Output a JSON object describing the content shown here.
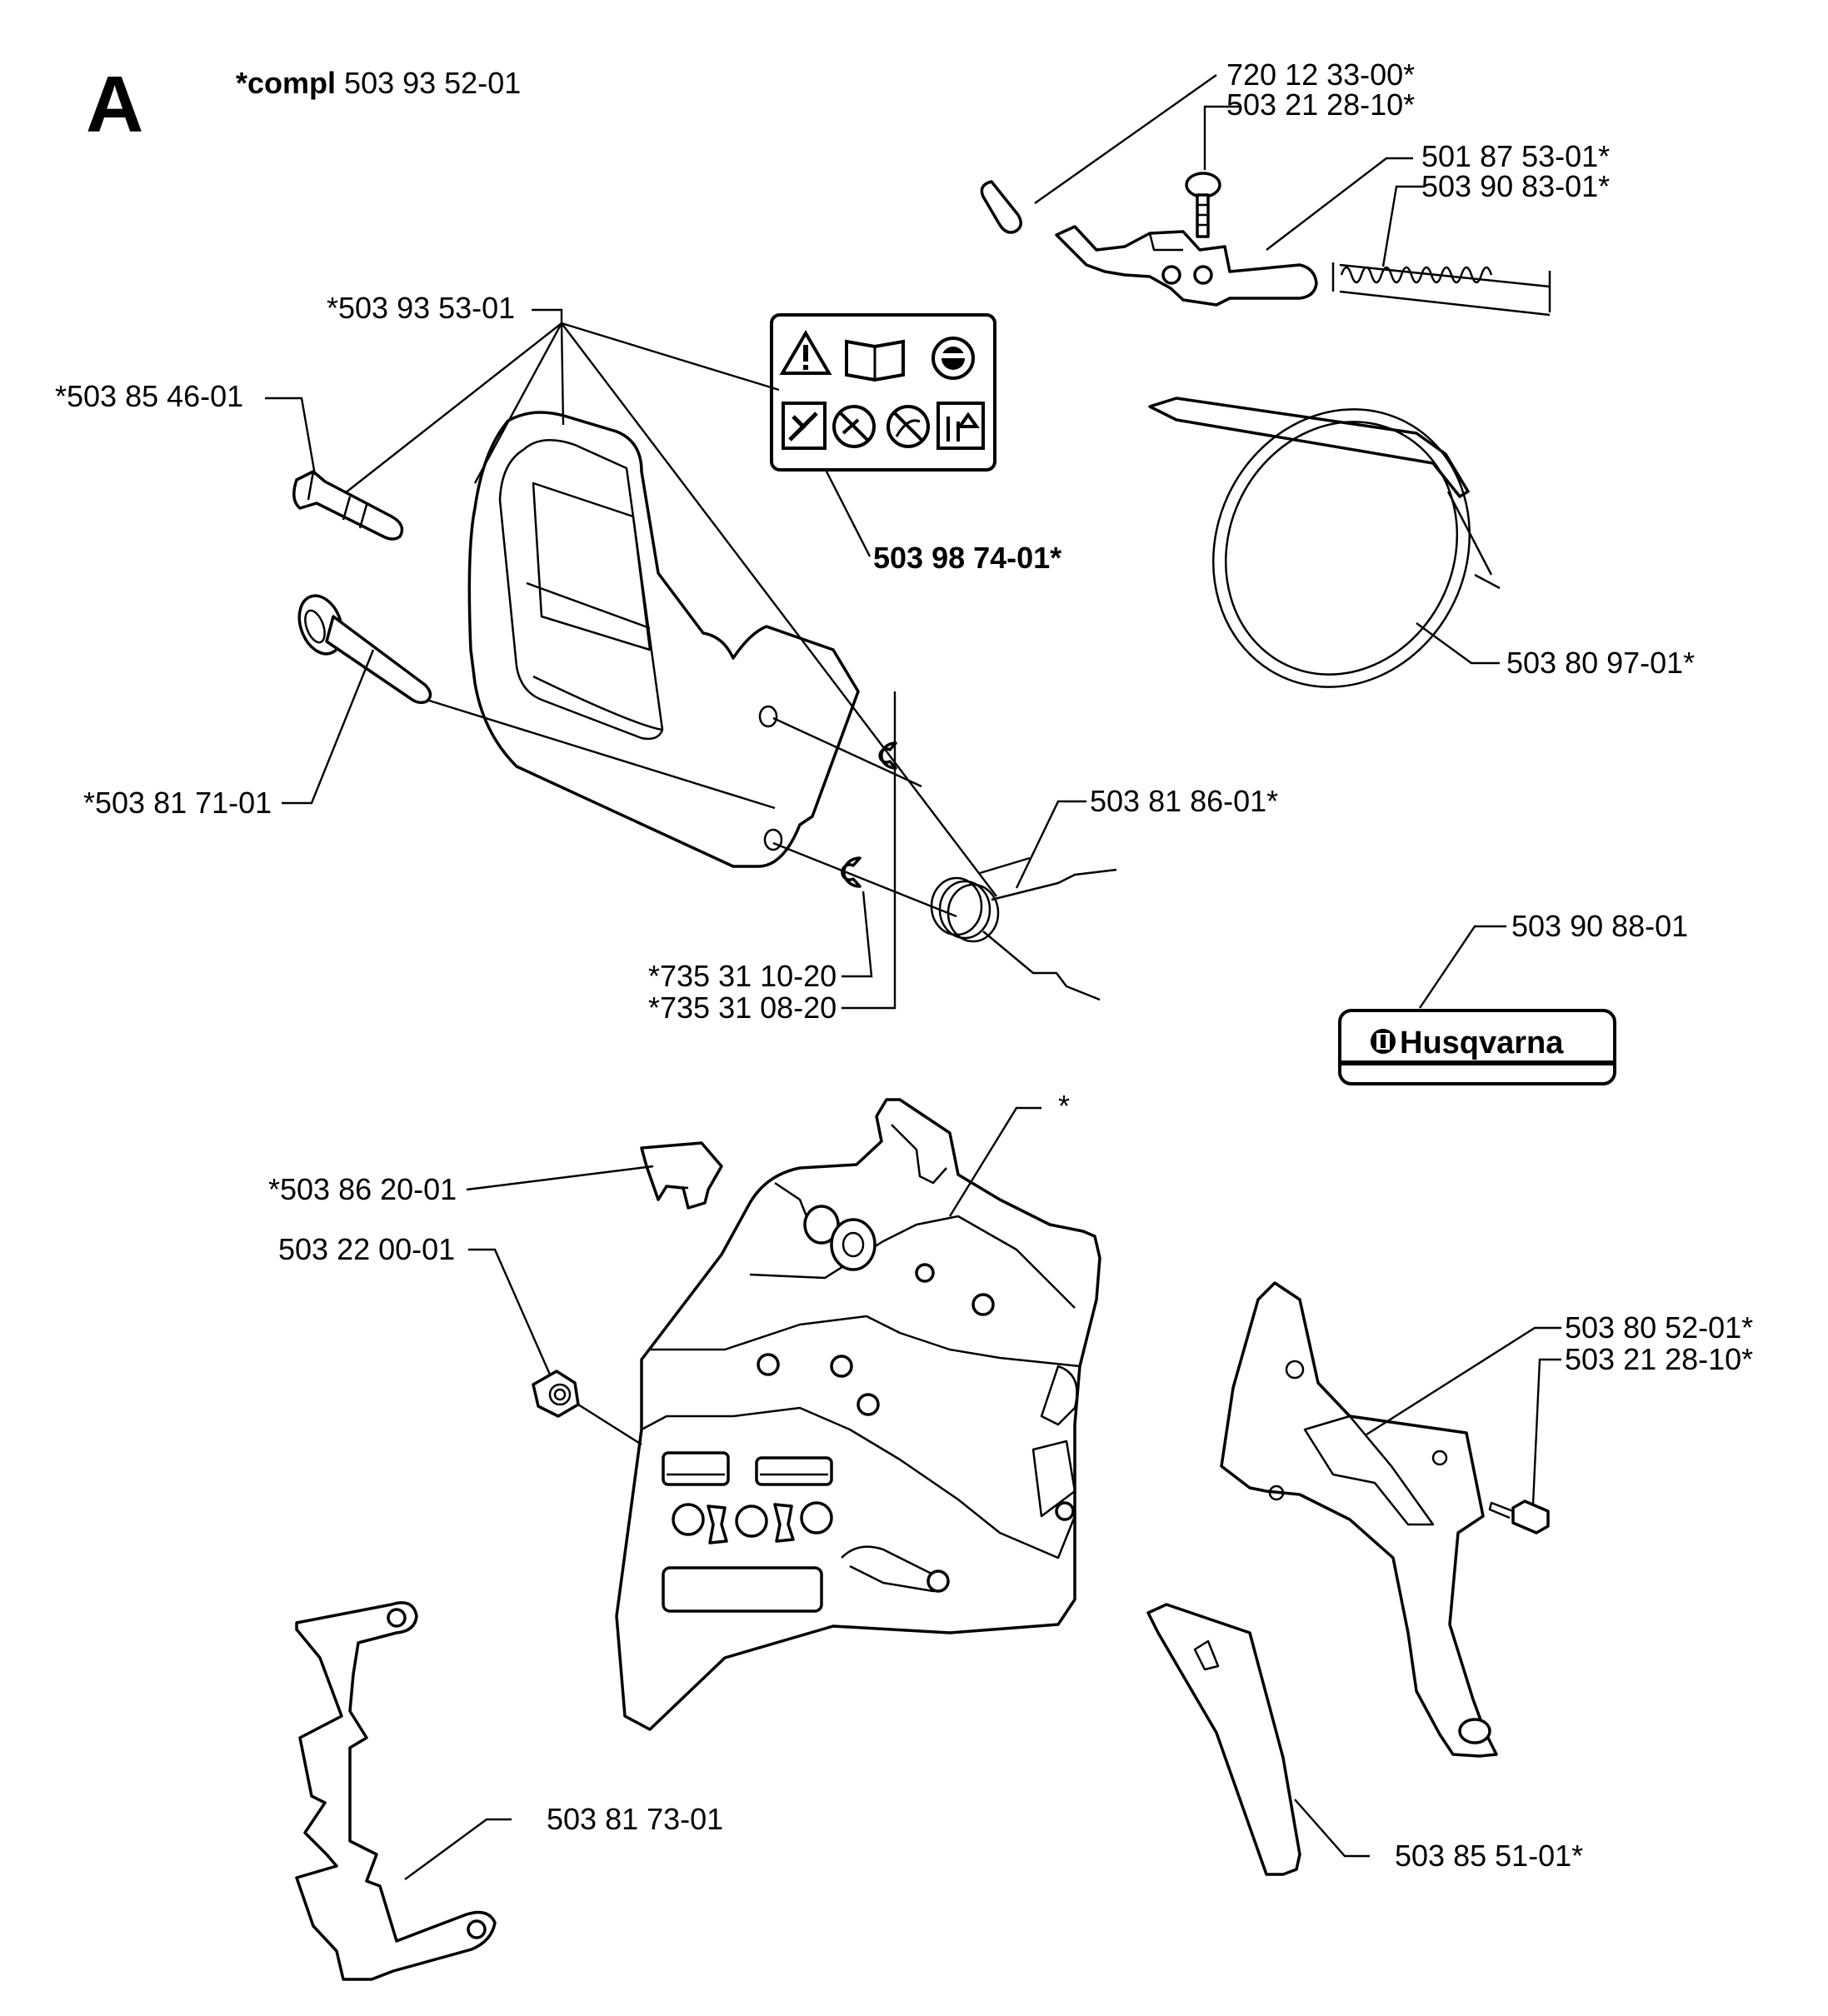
{
  "header": {
    "section_letter": "A",
    "assembly_prefix": "*compl",
    "assembly_number": "503 93 52-01"
  },
  "labels": {
    "pin": "720 12 33-00*",
    "screw_top": "503 21 28-10*",
    "brake_lever": "501 87 53-01*",
    "spring_top": "503 90 83-01*",
    "cover": "*503 93 53-01",
    "bolt_upper": "*503 85 46-01",
    "warning_decal": "503 98 74-01*",
    "brake_band": "503 80 97-01*",
    "bolt_lower": "*503 81 71-01",
    "torsion_spring": "503 81 86-01*",
    "logo_decal": "503 90 88-01",
    "circlip_1": "*735 31 10-20",
    "circlip_2": "*735 31 08-20",
    "housing": "*",
    "bushing": "*503 86 20-01",
    "nut": "503 22 00-01",
    "chain_guard": "503 80 52-01*",
    "screw_bottom": "503 21 28-10*",
    "chain_catcher": "503 81 73-01",
    "guard_plate": "503 85 51-01*"
  },
  "logo_text": "Husqvarna",
  "icons": [
    "warning-triangle-icon",
    "manual-book-icon",
    "helmet-icon",
    "kickback-icon",
    "no-one-hand-icon",
    "no-tip-contact-icon",
    "distance-icon"
  ]
}
